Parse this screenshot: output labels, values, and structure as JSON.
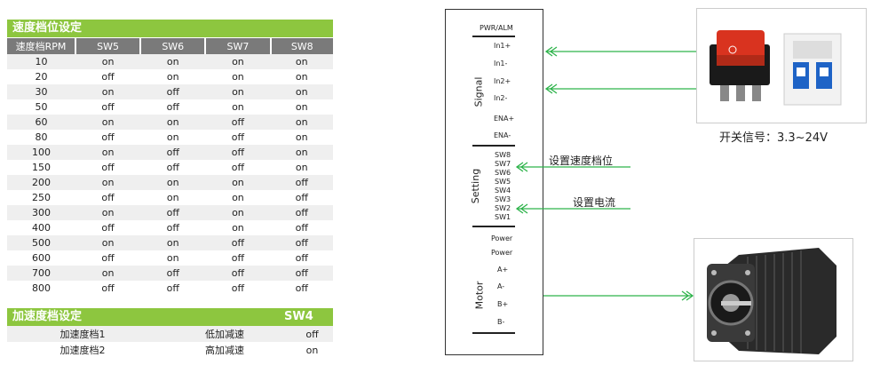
{
  "speed_table": {
    "title": "速度档位设定",
    "headers": [
      "速度档RPM",
      "SW5",
      "SW6",
      "SW7",
      "SW8"
    ],
    "rows": [
      [
        "10",
        "on",
        "on",
        "on",
        "on"
      ],
      [
        "20",
        "off",
        "on",
        "on",
        "on"
      ],
      [
        "30",
        "on",
        "off",
        "on",
        "on"
      ],
      [
        "50",
        "off",
        "off",
        "on",
        "on"
      ],
      [
        "60",
        "on",
        "on",
        "off",
        "on"
      ],
      [
        "80",
        "off",
        "on",
        "off",
        "on"
      ],
      [
        "100",
        "on",
        "off",
        "off",
        "on"
      ],
      [
        "150",
        "off",
        "off",
        "off",
        "on"
      ],
      [
        "200",
        "on",
        "on",
        "on",
        "off"
      ],
      [
        "250",
        "off",
        "on",
        "on",
        "off"
      ],
      [
        "300",
        "on",
        "off",
        "on",
        "off"
      ],
      [
        "400",
        "off",
        "off",
        "on",
        "off"
      ],
      [
        "500",
        "on",
        "on",
        "off",
        "off"
      ],
      [
        "600",
        "off",
        "on",
        "off",
        "off"
      ],
      [
        "700",
        "on",
        "off",
        "off",
        "off"
      ],
      [
        "800",
        "off",
        "off",
        "off",
        "off"
      ]
    ]
  },
  "accel_table": {
    "title": "加速度档设定",
    "sw_header": "SW4",
    "rows": [
      [
        "加速度档1",
        "低加减速",
        "off"
      ],
      [
        "加速度档2",
        "高加减速",
        "on"
      ]
    ]
  },
  "driver": {
    "top_label": "PWR/ALM",
    "signal_label": "Signal",
    "signal_pins": [
      "In1+",
      "In1-",
      "In2+",
      "In2-",
      "ENA+",
      "ENA-"
    ],
    "setting_label": "Setting",
    "setting_pins": [
      "SW8",
      "SW7",
      "SW6",
      "SW5",
      "SW4",
      "SW3",
      "SW2",
      "SW1"
    ],
    "motor_label": "Motor",
    "motor_pins": [
      "Power",
      "Power",
      "A+",
      "A-",
      "B+",
      "B-"
    ]
  },
  "annotations": {
    "speed_setting": "设置速度档位",
    "current_setting": "设置电流",
    "switch_caption": "开关信号：3.3~24V"
  },
  "colors": {
    "accent_green": "#8dc63f",
    "header_gray": "#7a7a7a",
    "arrow_green": "#2db34a",
    "switch_red": "#d9331f"
  }
}
